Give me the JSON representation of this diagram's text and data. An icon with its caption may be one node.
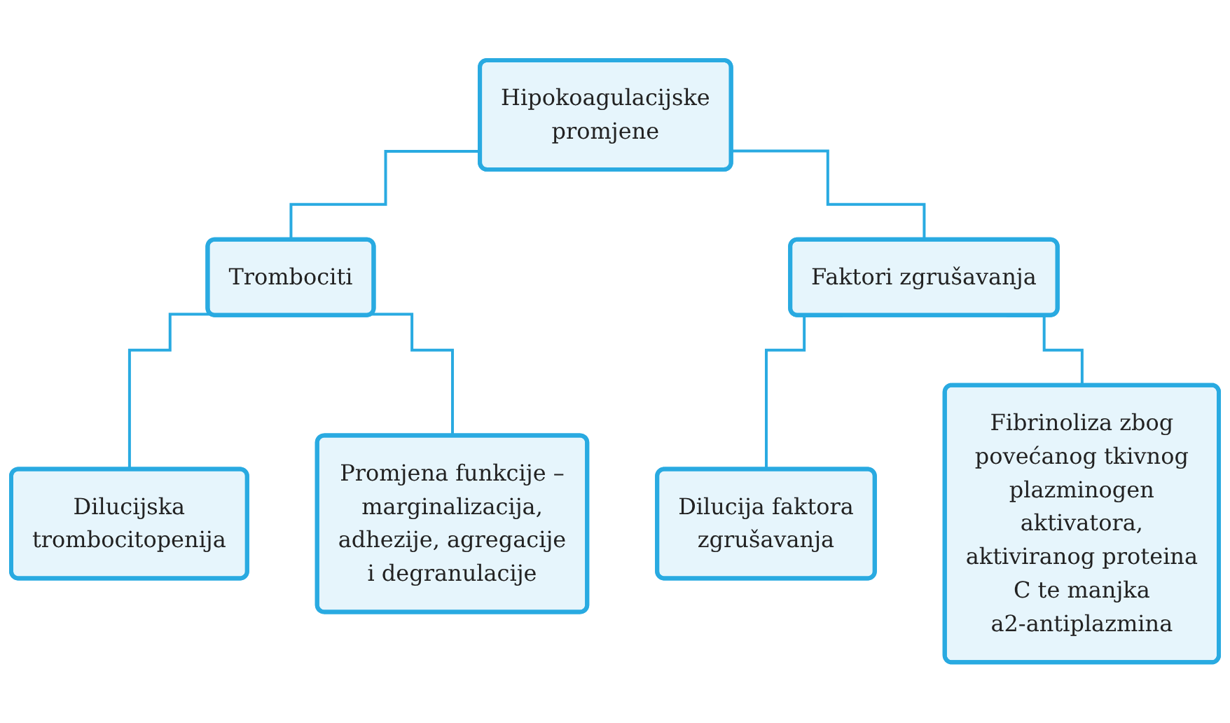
{
  "diagram": {
    "nodes": [
      {
        "text": [
          "Hipokoagulacijske promjene"
        ]
      },
      {
        "text": [
          "Trombociti"
        ]
      },
      {
        "text": [
          "Faktori zgrušavanja"
        ]
      },
      {
        "text": [
          "Dilucijska trombocitopenija"
        ]
      },
      {
        "text": [
          "Promjena funkcije – marginalizacija, adhezije, agregacije i degranulacije"
        ]
      },
      {
        "text": [
          "Dilucija faktora zgrušavanja"
        ]
      },
      {
        "text": [
          "Fibrinoliza zbog povećanog tkivnog plazminogen aktivatora, aktiviranog proteina C te manjka a2-antiplazmina"
        ]
      }
    ],
    "edges": [
      {
        "from": 0,
        "to": 1,
        "arrow": "none"
      },
      {
        "from": 0,
        "to": 2,
        "arrow": "none"
      },
      {
        "from": 1,
        "to": 3,
        "arrow": "none"
      },
      {
        "from": 1,
        "to": 4,
        "arrow": "none"
      },
      {
        "from": 2,
        "to": 5,
        "arrow": "none"
      },
      {
        "from": 2,
        "to": 6,
        "arrow": "none"
      }
    ]
  }
}
